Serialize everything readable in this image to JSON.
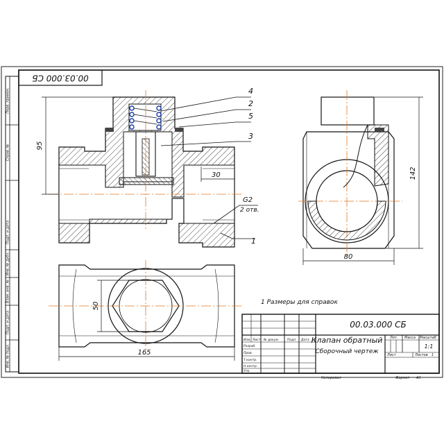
{
  "frame": {
    "stamp_code": "00.03.000 СБ",
    "side_labels": [
      "Перв. примен.",
      "Справ. №",
      "Подп. и дата",
      "Инв. № дубл.",
      "Взам. инв. №",
      "Подп. и дата",
      "Инв. № подл."
    ]
  },
  "callouts": [
    "4",
    "2",
    "5",
    "3",
    "1"
  ],
  "dimensions": {
    "height_section": "95",
    "pipe_length": "30",
    "thread": "G2",
    "thread_count": "2 отв.",
    "width_top": "165",
    "hex_size": "50",
    "side_height": "142",
    "side_width": "80"
  },
  "note": "1 Размеры для справок",
  "title_block": {
    "code": "00.03.000 СБ",
    "name": "Клапан обратный",
    "subtitle": "Сборочный чертеж",
    "col_headers": [
      "Изм.",
      "Лист",
      "№ докум.",
      "Подп.",
      "Дата"
    ],
    "row_labels": [
      "Разраб.",
      "Пров.",
      "Т.контр.",
      "Н.контр.",
      "Утв."
    ],
    "lit_label": "Лит.",
    "mass_label": "Масса",
    "scale_label": "Масштаб",
    "scale_value": "1:1",
    "sheet_label": "Лист",
    "sheets_label": "Листов",
    "sheets_value": "1",
    "copied": "Копировал",
    "format_label": "Формат",
    "format_value": "А3"
  },
  "colors": {
    "line": "#111111",
    "hatch": "#111111",
    "axis": "#e07820",
    "spring": "#1a3aa8",
    "seal": "#444444"
  }
}
